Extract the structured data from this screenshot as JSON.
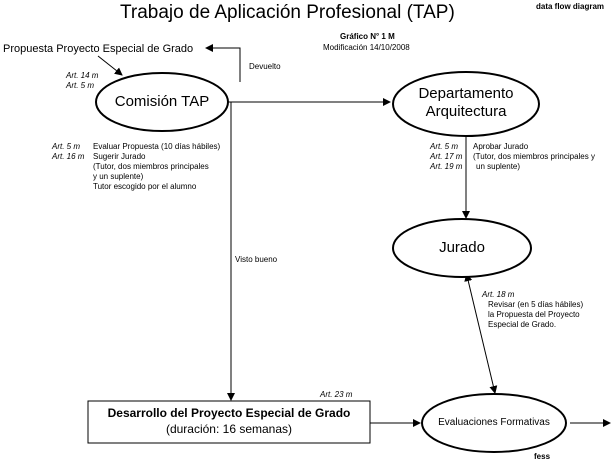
{
  "header": {
    "title": "Trabajo de Aplicación Profesional (TAP)",
    "corner_label": "data flow diagram",
    "grafico": "Gráfico N° 1 M",
    "modificacion": "Modificación 14/10/2008"
  },
  "nodes": {
    "propuesta": "Propuesta Proyecto Especial de Grado",
    "comision": "Comisión TAP",
    "departamento_line1": "Departamento",
    "departamento_line2": "Arquitectura",
    "jurado": "Jurado",
    "desarrollo_title": "Desarrollo del Proyecto Especial de Grado",
    "desarrollo_sub": "(duración: 16 semanas)",
    "evaluaciones": "Evaluaciones Formativas"
  },
  "edges": {
    "devuelto": "Devuelto",
    "visto_bueno": "Visto bueno"
  },
  "annotations": {
    "art_14_5": [
      "Art. 14 m",
      "Art. 5 m"
    ],
    "comision_arts": [
      "Art. 5 m",
      "Art. 16 m"
    ],
    "comision_notes": [
      "Evaluar Propuesta (10 días hábiles)",
      "Sugerir Jurado",
      "(Tutor, dos miembros principales",
      "y un suplente)",
      "Tutor escogido por el alumno"
    ],
    "depto_arts": [
      "Art. 5 m",
      "Art. 17 m",
      "Art. 19 m"
    ],
    "depto_notes": [
      "Aprobar Jurado",
      "(Tutor, dos miembros principales y",
      "un suplente)"
    ],
    "jurado_art": "Art. 18 m",
    "jurado_notes": [
      "Revisar (en 5 días hábiles)",
      "la Propuesta del Proyecto",
      "Especial de Grado."
    ],
    "art_23": "Art. 23 m",
    "fess": "fess"
  }
}
